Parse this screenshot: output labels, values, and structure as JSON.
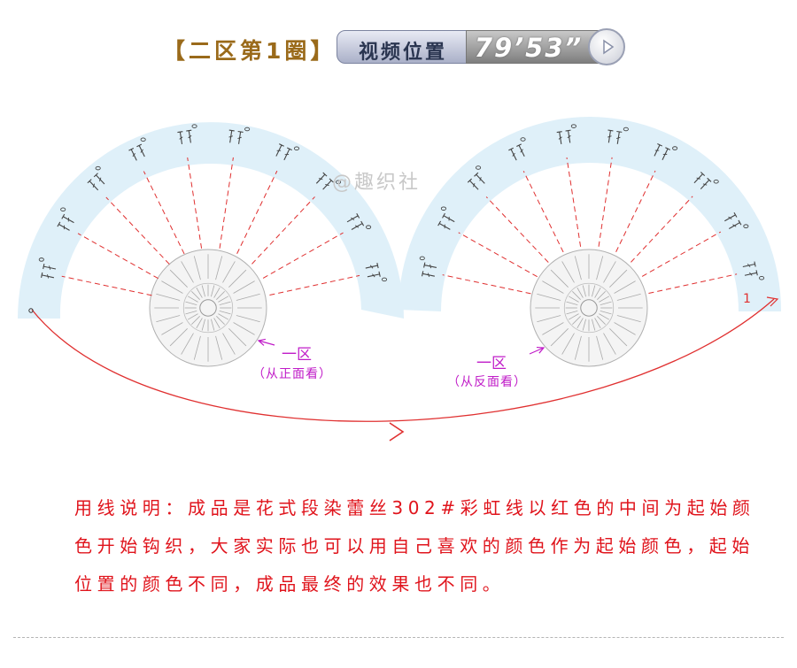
{
  "header": {
    "zone_title": "【二区第1圈】",
    "video_label": "视频位置",
    "video_time": "79’53”"
  },
  "diagram": {
    "watermark": "@趣织社",
    "left_motif": {
      "zone_label": "一区",
      "view_note": "（从正面看）"
    },
    "right_motif": {
      "zone_label": "一区",
      "view_note": "（从反面看）"
    },
    "round_start_number": "1",
    "colors": {
      "band_fill": "#dff0f9",
      "guide_lines": "#e03030",
      "arrow": "#e03030",
      "motif": "#9a9a9a",
      "stitches": "#444444",
      "annotation": "#c01cc8"
    }
  },
  "instructions": {
    "text": "用线说明：成品是花式段染蕾丝302#彩虹线以红色的中间为起始颜色开始钩织，大家实际也可以用自己喜欢的颜色作为起始颜色，起始位置的颜色不同，成品最终的效果也不同。"
  }
}
